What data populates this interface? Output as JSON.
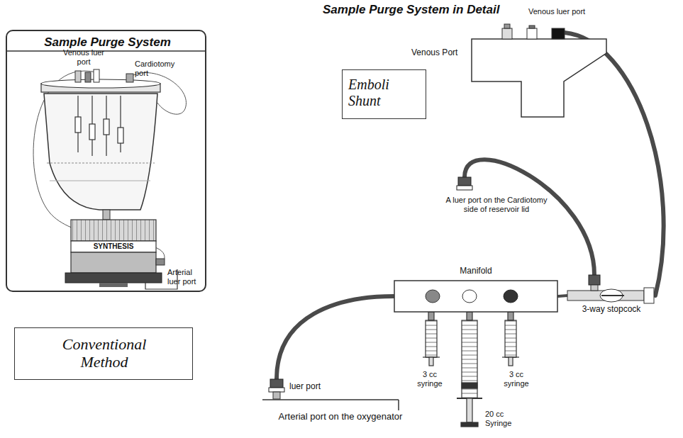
{
  "diagram": {
    "title": "Sample Purge System in Detail",
    "nodes": [
      {
        "text": [
          "Sample Purge System"
        ]
      },
      {
        "text": [
          "Conventional Method"
        ]
      },
      {
        "text": [
          "Emboli Shunt"
        ]
      },
      {
        "text": [
          "Venous Port"
        ]
      },
      {
        "text": [
          "A luer port on the Cardiotomy side of reservoir lid"
        ]
      },
      {
        "text": [
          "Manifold"
        ]
      },
      {
        "text": [
          "3-way stopcock"
        ]
      },
      {
        "text": [
          "luer port",
          "Arterial port on the oxygenator"
        ]
      }
    ],
    "edges": [
      {
        "from": 3,
        "to": 6,
        "arrow": "none"
      },
      {
        "from": 4,
        "to": 6,
        "arrow": "none"
      },
      {
        "from": 5,
        "to": 6,
        "arrow": "none"
      },
      {
        "from": 5,
        "to": 7,
        "arrow": "none"
      }
    ],
    "labels": [
      "Venous luer port",
      "Cardiotomy port",
      "SYNTHESIS",
      "Arterial luer port",
      "Venous luer port",
      "3 cc syringe",
      "20 cc Syringe",
      "3 cc syringe"
    ]
  }
}
